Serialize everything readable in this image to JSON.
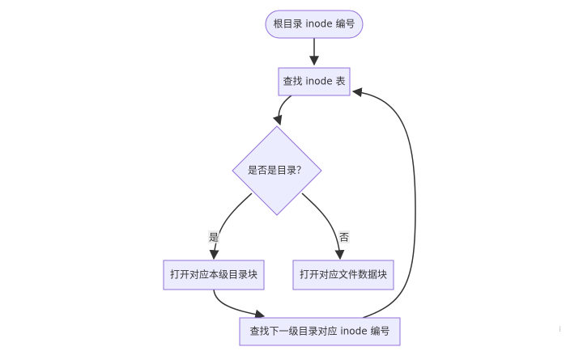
{
  "diagram": {
    "nodes": {
      "start": "根目录 inode 编号",
      "lookup": "查找 inode 表",
      "decision": "是否是目录？",
      "open_dir": "打开对应本级目录块",
      "open_file": "打开对应文件数据块",
      "next": "查找下一级目录对应 inode 编号"
    },
    "edge_labels": {
      "yes": "是",
      "no": "否"
    },
    "corner_mark": "⁞"
  },
  "colors": {
    "node_fill": "#ececff",
    "node_stroke": "#9370db",
    "edge": "#333333",
    "text": "#333333"
  }
}
